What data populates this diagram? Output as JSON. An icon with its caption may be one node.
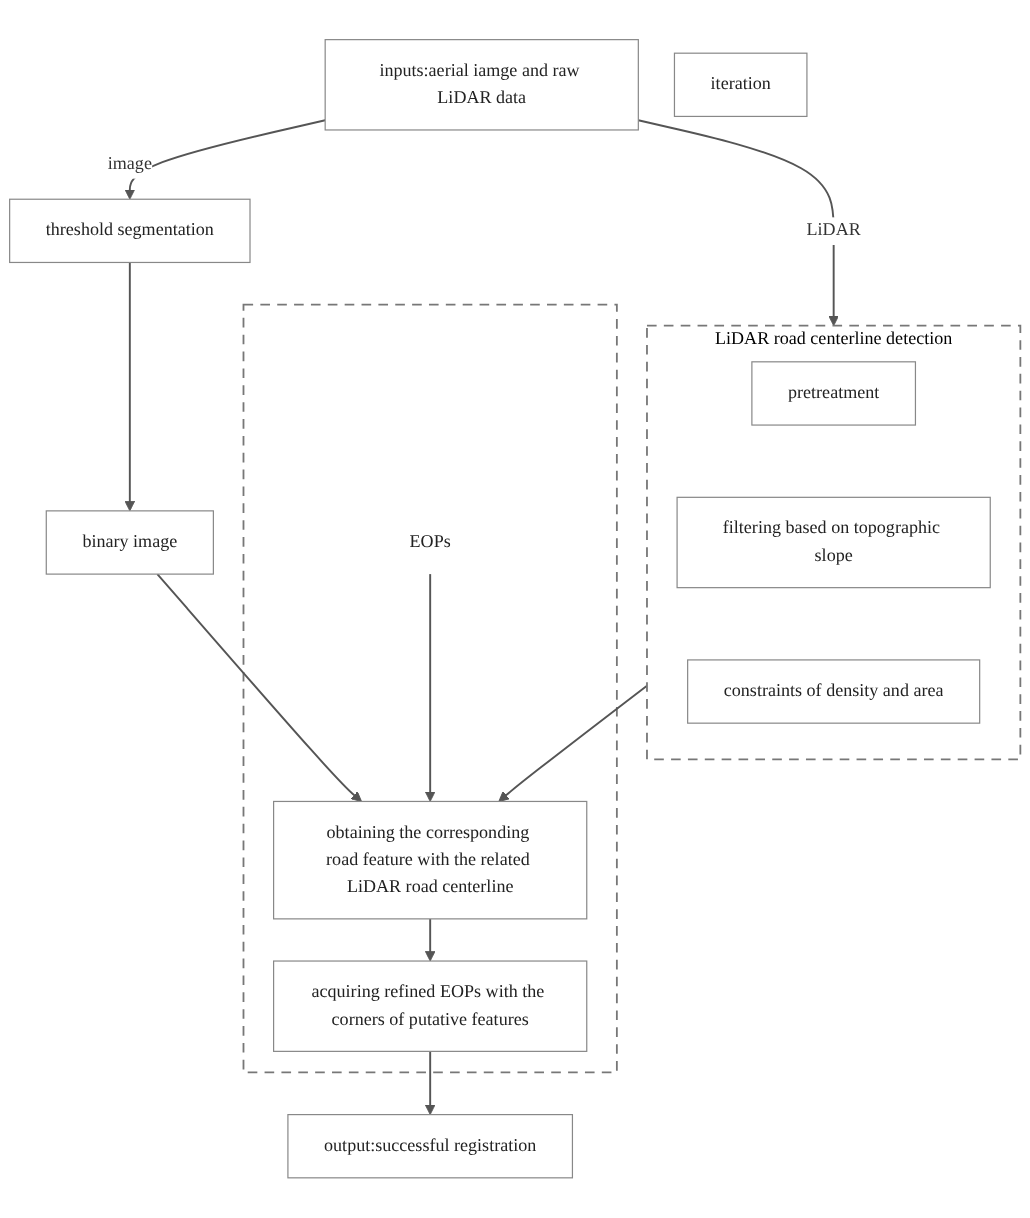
{
  "diagram": {
    "nodes": [
      {
        "text": [
          "inputs:aerial iamge and raw LiDAR data"
        ]
      },
      {
        "text": [
          "threshold segmentation"
        ]
      },
      {
        "text": [
          "LiDAR road centerline detection"
        ]
      },
      {
        "text": [
          "pretreatment"
        ],
        "in": 2
      },
      {
        "text": [
          "filtering based on topographic slope"
        ],
        "in": 2
      },
      {
        "text": [
          "constraints of density and area"
        ],
        "in": 2
      },
      {
        "text": [
          "binary image"
        ]
      },
      {
        "text": [],
        "shape": "box"
      },
      {
        "text": [
          "EOPs"
        ],
        "in": 7
      },
      {
        "text": [
          "obtaining the corresponding road feature with the related LiDAR road centerline"
        ],
        "in": 7
      },
      {
        "text": [
          "acquiring refined EOPs with the corners of putative features"
        ],
        "in": 7
      },
      {
        "text": [
          "iteration"
        ]
      },
      {
        "text": [
          "output:successful registration"
        ]
      }
    ],
    "edges": [
      {
        "from": 0,
        "to": 1,
        "label": "image",
        "arrow": "to"
      },
      {
        "from": 0,
        "to": 2,
        "label": "LiDAR",
        "arrow": "to"
      },
      {
        "from": 1,
        "to": 6,
        "arrow": "to"
      },
      {
        "from": 6,
        "to": 9,
        "arrow": "to"
      },
      {
        "from": 2,
        "to": 9,
        "arrow": "to"
      },
      {
        "from": 8,
        "to": 9,
        "arrow": "to"
      },
      {
        "from": 9,
        "to": 10,
        "arrow": "to"
      },
      {
        "from": 10,
        "to": 12,
        "arrow": "to"
      }
    ]
  }
}
